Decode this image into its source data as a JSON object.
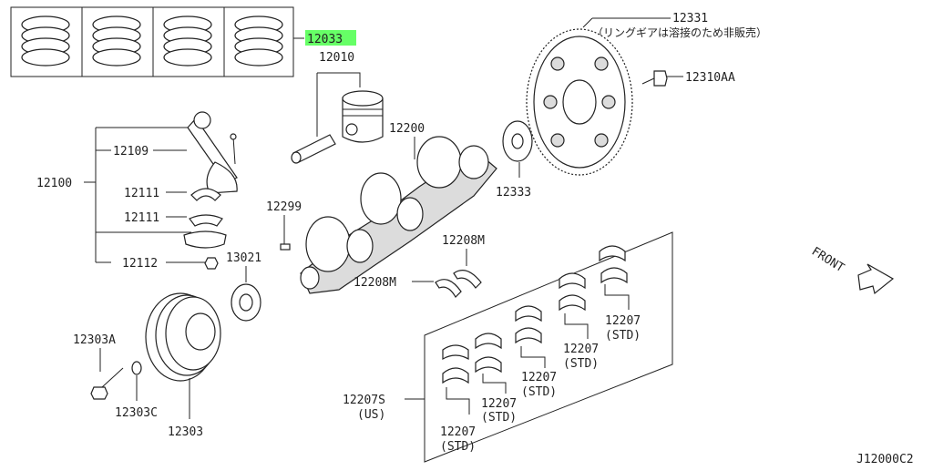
{
  "diagram": {
    "code": "J12000C2",
    "front_label": "FRONT",
    "highlight_color": "#66ff66",
    "parts": {
      "piston_ring_set": "12033",
      "piston": "12010",
      "crankshaft": "12200",
      "flywheel": "12331",
      "flywheel_note": "（リングギアは溶接のため非販売）",
      "flywheel_bolt": "12310AA",
      "plate": "12333",
      "con_rod_assy": "12100",
      "con_rod": "12109",
      "rod_bearing_upper": "12111",
      "rod_bearing_lower": "12111",
      "rod_nut": "12112",
      "key": "12299",
      "sprocket": "13021",
      "thrust_bearing_right": "12208M",
      "thrust_bearing_left": "12208M",
      "pulley_bolt": "12303A",
      "washer": "12303C",
      "pulley": "12303",
      "main_bearing_set_us": "12207S",
      "main_bearing_set_us_note": "(US)",
      "main_bearing_std": "12207",
      "std_note": "(STD)"
    }
  }
}
